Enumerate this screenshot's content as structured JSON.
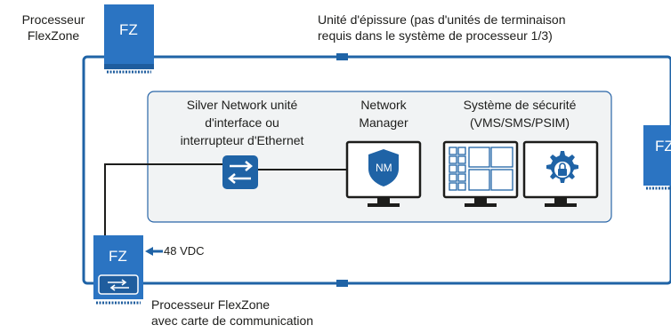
{
  "labels": {
    "processor_top": [
      "Processeur",
      "FlexZone"
    ],
    "splice_unit": [
      "Unité d'épissure (pas d'unités de terminaison",
      "requis dans le système de processeur 1/3)"
    ],
    "silver_network": [
      "Silver Network unité",
      "d'interface ou",
      "interrupteur d'Ethernet"
    ],
    "network_manager": [
      "Network",
      "Manager"
    ],
    "security_system": [
      "Système de sécurité",
      "(VMS/SMS/PSIM)"
    ],
    "vdc": "48 VDC",
    "processor_bottom": [
      "Processeur FlexZone",
      "avec carte de communication"
    ]
  },
  "devices": {
    "fz_label": "FZ",
    "nm_label": "NM"
  },
  "colors": {
    "primary_blue": "#1f63a6",
    "light_blue": "#3a83c9",
    "panel_fill": "#f1f3f4",
    "panel_stroke": "#2a66a8",
    "line_dark": "#1d1d1b"
  }
}
